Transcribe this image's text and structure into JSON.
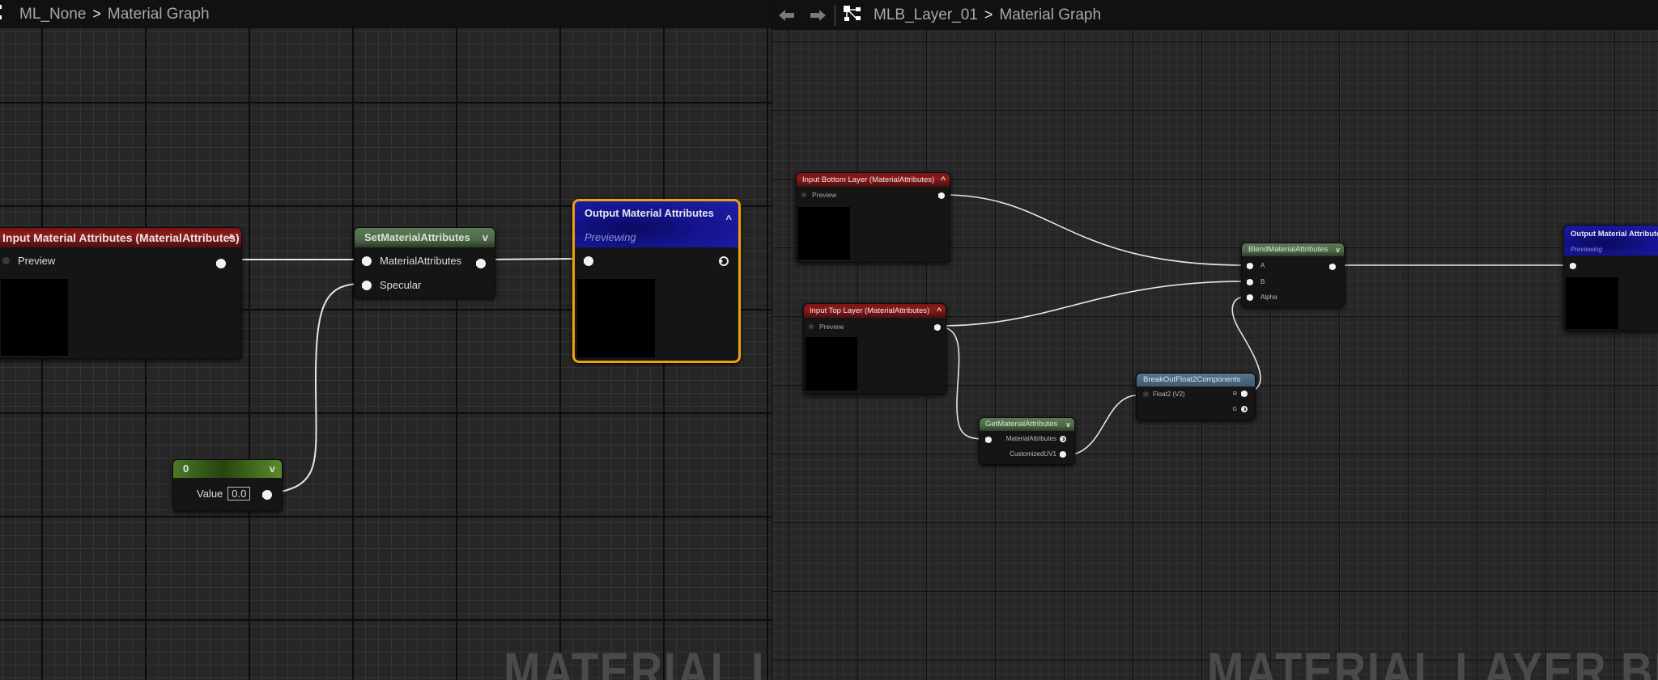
{
  "left_pane": {
    "breadcrumb": {
      "asset": "ML_None",
      "separator": ">",
      "graph": "Material Graph"
    },
    "watermark": "MATERIAL LA",
    "nodes": {
      "input_material_attributes": {
        "title": "Input Material Attributes (MaterialAttributes)",
        "pin_preview": "Preview",
        "collapse_glyph": "^"
      },
      "set_material_attributes": {
        "title": "SetMaterialAttributes",
        "pin_material_attributes": "MaterialAttributes",
        "pin_specular": "Specular",
        "expand_glyph": "v"
      },
      "output_material_attributes": {
        "title": "Output Material Attributes",
        "subtitle": "Previewing",
        "collapse_glyph": "^",
        "selected": true,
        "selection_color": "#f5a00a"
      },
      "constant": {
        "title": "0",
        "value_label": "Value",
        "value": "0.0",
        "expand_glyph": "v"
      }
    }
  },
  "right_pane": {
    "nav": {
      "back_icon": "arrow-left-icon",
      "forward_icon": "arrow-right-icon",
      "graph_icon": "graph-hierarchy-icon"
    },
    "breadcrumb": {
      "asset": "MLB_Layer_01",
      "separator": ">",
      "graph": "Material Graph"
    },
    "watermark": "MATERIAL LAYER BL",
    "nodes": {
      "input_bottom_layer": {
        "title": "Input Bottom Layer (MaterialAttributes)",
        "pin_preview": "Preview",
        "collapse_glyph": "^"
      },
      "input_top_layer": {
        "title": "Input Top Layer (MaterialAttributes)",
        "pin_preview": "Preview",
        "collapse_glyph": "^"
      },
      "blend_material_attributes": {
        "title": "BlendMaterialAttributes",
        "pin_a": "A",
        "pin_b": "B",
        "pin_alpha": "Alpha",
        "expand_glyph": "v"
      },
      "get_material_attributes": {
        "title": "GetMaterialAttributes",
        "pin_material_attributes": "MaterialAttributes",
        "pin_customized_uv1": "CustomizedUV1",
        "expand_glyph": "v"
      },
      "break_out_float2": {
        "title": "BreakOutFloat2Components",
        "pin_float2": "Float2 (V2)",
        "pin_r": "R",
        "pin_g": "G"
      },
      "output_material_attributes": {
        "title": "Output Material Attributes",
        "subtitle": "Previewing"
      }
    }
  },
  "colors": {
    "graph_bg": "#262626",
    "header_bg": "#111111",
    "input_node_title": "#8e1a1a",
    "function_node_title": "#4d6a47",
    "constant_node_title": "#4c7a26",
    "utility_node_title": "#3d5b74",
    "output_node_title": "#14148f",
    "wire": "#e6e6e6"
  }
}
